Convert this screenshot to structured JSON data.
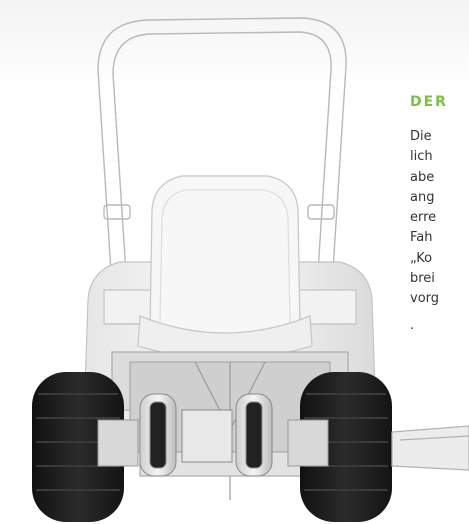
{
  "section": {
    "heading": "DER",
    "paragraph_lines": [
      "Die",
      "lich",
      "abe",
      "ang",
      "erre",
      "Fah",
      "„Ko",
      "brei",
      "vorg"
    ],
    "trailing_text": "."
  },
  "colors": {
    "accent": "#7ac143",
    "text": "#333333",
    "tire": "#1c1c1c",
    "frame_stroke": "#b9b9b9"
  },
  "image": {
    "subject": "riding-mower-rear-view"
  }
}
